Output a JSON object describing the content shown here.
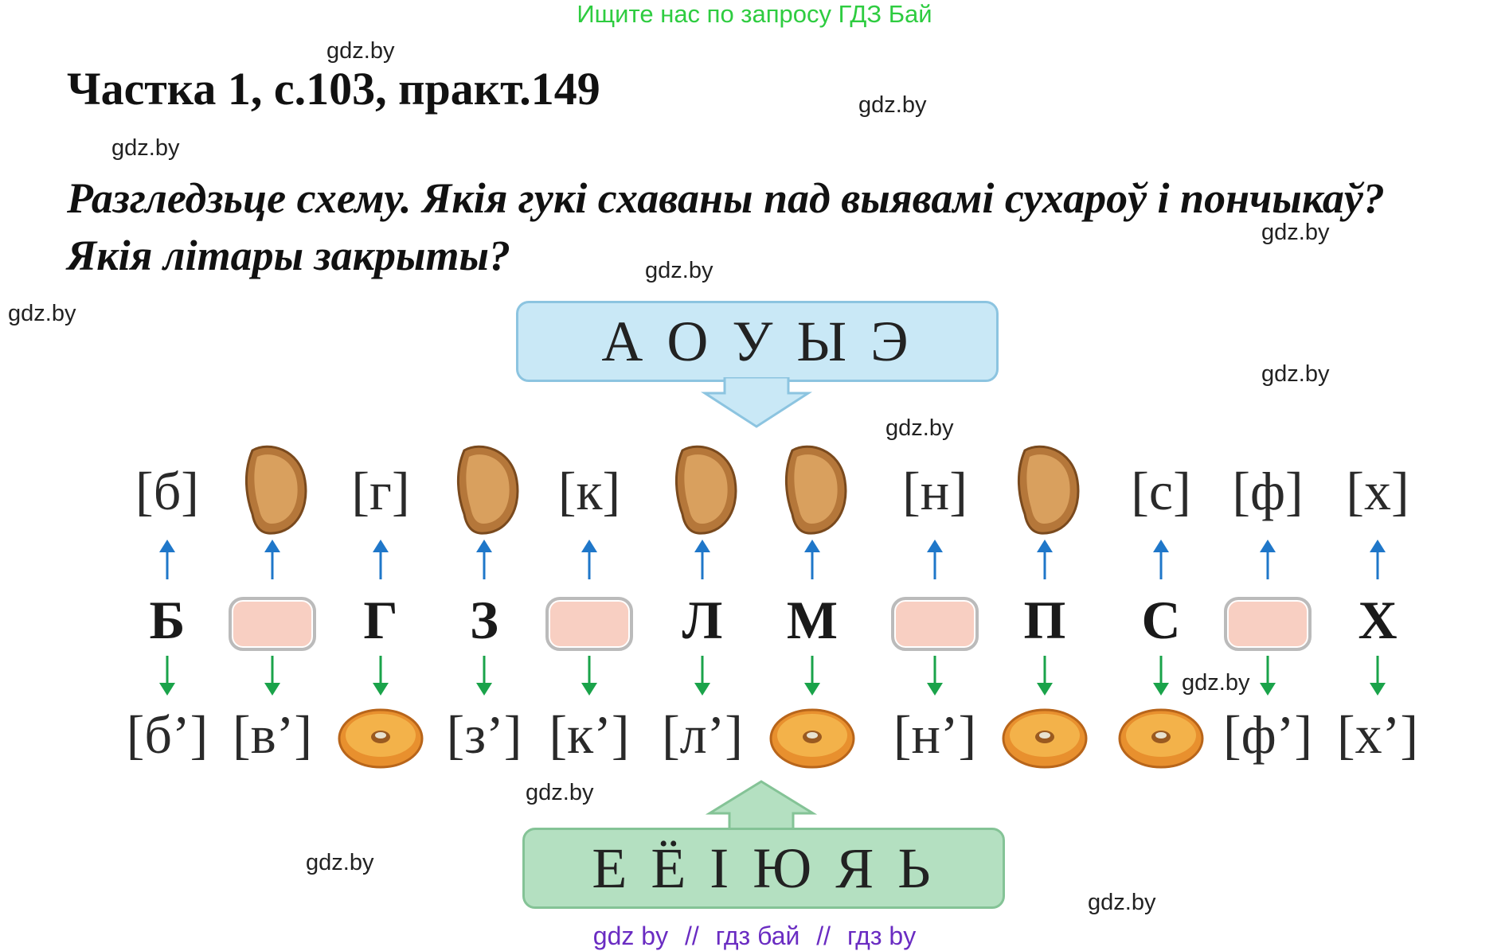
{
  "banner": "Ищите нас по запросу ГДЗ Бай",
  "title": "Частка 1, с.103, практ.149",
  "task": {
    "line1": "Разгледзьце схему. Якія гукі схаваны пад выявамі сухароў і пончыкаў?",
    "line2": "Якія літары закрыты?"
  },
  "watermark": "gdz.by",
  "vowels_top": "А О У Ы Э",
  "vowels_bottom": "Е Ё І Ю Я Ь",
  "columns": [
    {
      "hard": "[б]",
      "letter": "Б",
      "soft": "[б’]",
      "hard_hidden": false,
      "letter_hidden": false,
      "soft_hidden": false
    },
    {
      "hard": "",
      "letter": "",
      "soft": "[в’]",
      "hard_hidden": true,
      "letter_hidden": true,
      "soft_hidden": false
    },
    {
      "hard": "[г]",
      "letter": "Г",
      "soft": "",
      "hard_hidden": false,
      "letter_hidden": false,
      "soft_hidden": true
    },
    {
      "hard": "",
      "letter": "З",
      "soft": "[з’]",
      "hard_hidden": true,
      "letter_hidden": false,
      "soft_hidden": false
    },
    {
      "hard": "[к]",
      "letter": "",
      "soft": "[к’]",
      "hard_hidden": false,
      "letter_hidden": true,
      "soft_hidden": false
    },
    {
      "hard": "",
      "letter": "Л",
      "soft": "[л’]",
      "hard_hidden": true,
      "letter_hidden": false,
      "soft_hidden": false
    },
    {
      "hard": "",
      "letter": "М",
      "soft": "",
      "hard_hidden": true,
      "letter_hidden": false,
      "soft_hidden": true
    },
    {
      "hard": "[н]",
      "letter": "",
      "soft": "[н’]",
      "hard_hidden": false,
      "letter_hidden": true,
      "soft_hidden": false
    },
    {
      "hard": "",
      "letter": "П",
      "soft": "",
      "hard_hidden": true,
      "letter_hidden": false,
      "soft_hidden": true
    },
    {
      "hard": "[с]",
      "letter": "С",
      "soft": "",
      "hard_hidden": false,
      "letter_hidden": false,
      "soft_hidden": true
    },
    {
      "hard": "[ф]",
      "letter": "",
      "soft": "[ф’]",
      "hard_hidden": false,
      "letter_hidden": true,
      "soft_hidden": false
    },
    {
      "hard": "[х]",
      "letter": "Х",
      "soft": "[х’]",
      "hard_hidden": false,
      "letter_hidden": false,
      "soft_hidden": false
    }
  ],
  "footer": {
    "part1": "gdz by",
    "sep": "//",
    "part2": "гдз бай",
    "part3": "гдз by"
  },
  "colors": {
    "banner": "#2ecc40",
    "top_box": "#c9e8f6",
    "bottom_box": "#b4e0c1",
    "arrow_up": "#1f77c9",
    "arrow_down": "#1aa34a",
    "pill": "#f8cfc2",
    "footer": "#6a2cc2"
  }
}
